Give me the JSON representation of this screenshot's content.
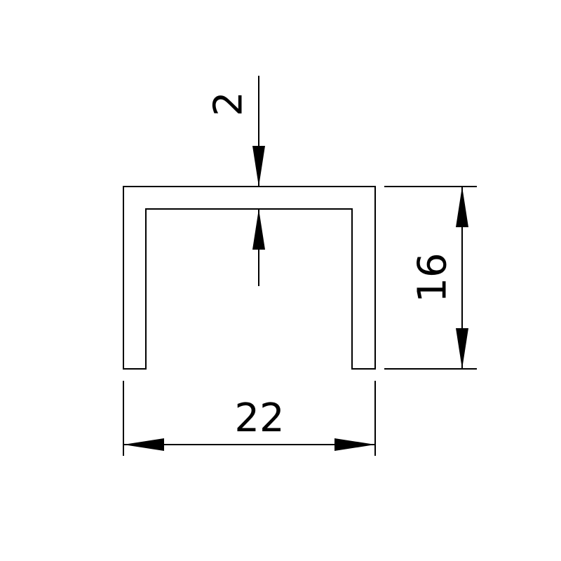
{
  "dimensions": {
    "thickness": "2",
    "height": "16",
    "width": "22"
  },
  "colors": {
    "line": "#000000",
    "background": "#ffffff"
  }
}
